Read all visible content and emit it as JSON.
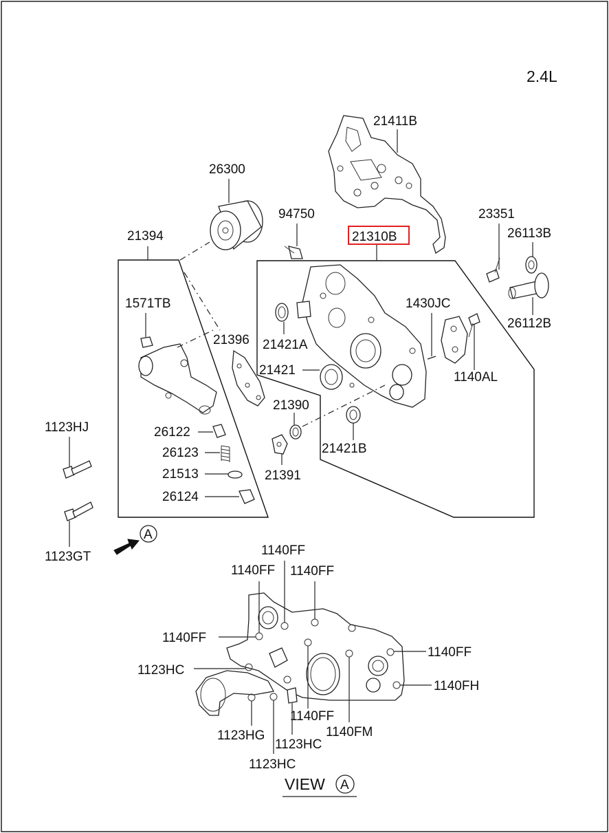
{
  "engine_label": "2.4L",
  "view_label": "VIEW",
  "view_marker": "A",
  "arrow_marker": "A",
  "highlight_color": "#e02020",
  "parts": {
    "p21411B": "21411B",
    "p26300": "26300",
    "p94750": "94750",
    "p21394": "21394",
    "p21310B": "21310B",
    "p23351": "23351",
    "p26113B": "26113B",
    "p26112B": "26112B",
    "p1571TB": "1571TB",
    "p1430JC": "1430JC",
    "p21396": "21396",
    "p21421A": "21421A",
    "p21421": "21421",
    "p1140AL": "1140AL",
    "p21390": "21390",
    "p1123HJ": "1123HJ",
    "p26122": "26122",
    "p26123": "26123",
    "p21421B": "21421B",
    "p21513": "21513",
    "p21391": "21391",
    "p26124": "26124",
    "p1123GT": "1123GT"
  },
  "view_a_labels": {
    "ff_top": "1140FF",
    "ff_left_top": "1140FF",
    "ff_right_top": "1140FF",
    "ff_left": "1140FF",
    "ff_right": "1140FF",
    "hc_left": "1123HC",
    "fh_right": "1140FH",
    "ff_bottom": "1140FF",
    "hg": "1123HG",
    "fm": "1140FM",
    "hc_mid": "1123HC",
    "hc_bottom": "1123HC"
  }
}
